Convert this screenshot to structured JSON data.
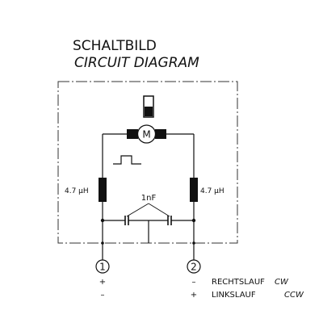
{
  "title": {
    "line1": "SCHALTBILD",
    "line2": "CIRCUIT DIAGRAM"
  },
  "components": {
    "motor_label": "M",
    "inductor_left_value": "4.7 µH",
    "inductor_right_value": "4.7 µH",
    "capacitor_value": "1nF"
  },
  "terminals": [
    {
      "number": "1",
      "polarity_cw": "+",
      "polarity_ccw": "–"
    },
    {
      "number": "2",
      "polarity_cw": "–",
      "polarity_ccw": "+"
    }
  ],
  "legend": {
    "cw_de": "RECHTSLAUF",
    "cw_en": "CW",
    "ccw_de": "LINKSLAUF",
    "ccw_en": "CCW"
  }
}
